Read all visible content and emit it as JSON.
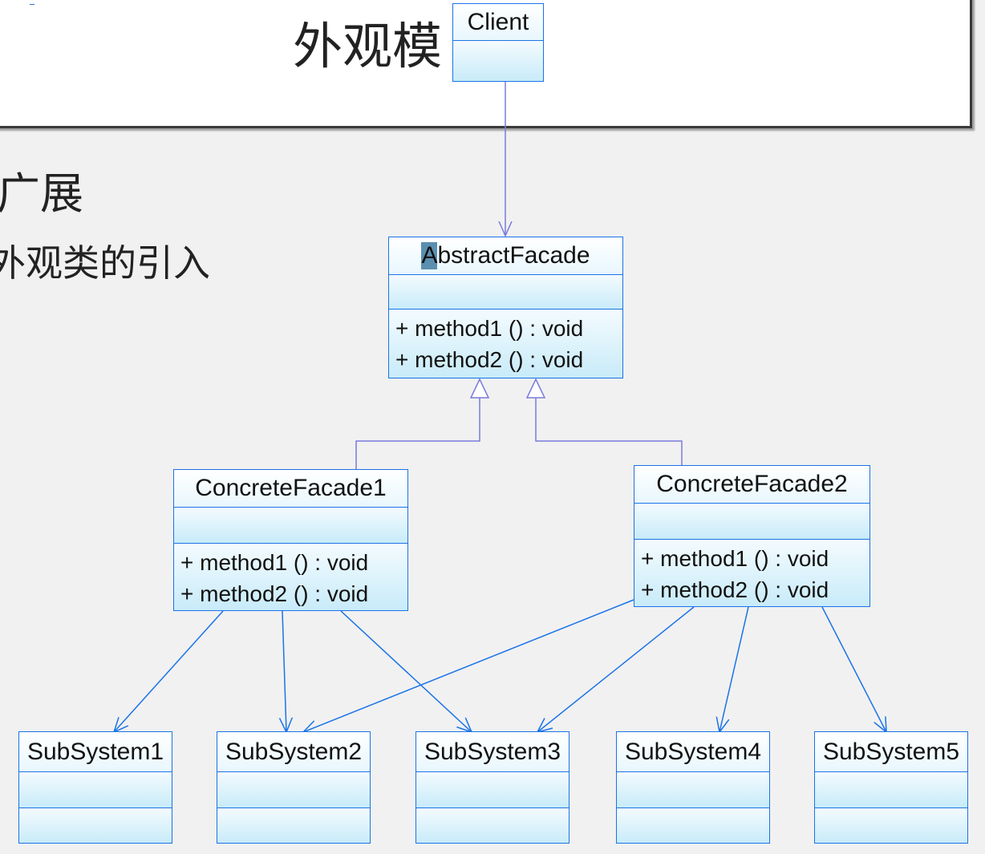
{
  "slide": {
    "title_visible": "外观模",
    "bullet_1": "广展",
    "bullet_2": "外观类的引入"
  },
  "diagram": {
    "client": {
      "name": "Client"
    },
    "abstract_facade": {
      "name_highlight": "A",
      "name_rest": "bstractFacade",
      "methods": [
        "+  method1 ()  : void",
        "+  method2 ()  : void"
      ]
    },
    "concrete_facade_1": {
      "name": "ConcreteFacade1",
      "methods": [
        "+  method1 ()  : void",
        "+  method2 ()  : void"
      ]
    },
    "concrete_facade_2": {
      "name": "ConcreteFacade2",
      "methods": [
        "+  method1 ()  : void",
        "+  method2 ()  : void"
      ]
    },
    "subsystems": [
      "SubSystem1",
      "SubSystem2",
      "SubSystem3",
      "SubSystem4",
      "SubSystem5"
    ]
  },
  "colors": {
    "association_line": "#1a73e8",
    "generalization_line": "#7b7bdc",
    "class_border": "#1a73e8",
    "class_fill": "#b5e3f7"
  }
}
